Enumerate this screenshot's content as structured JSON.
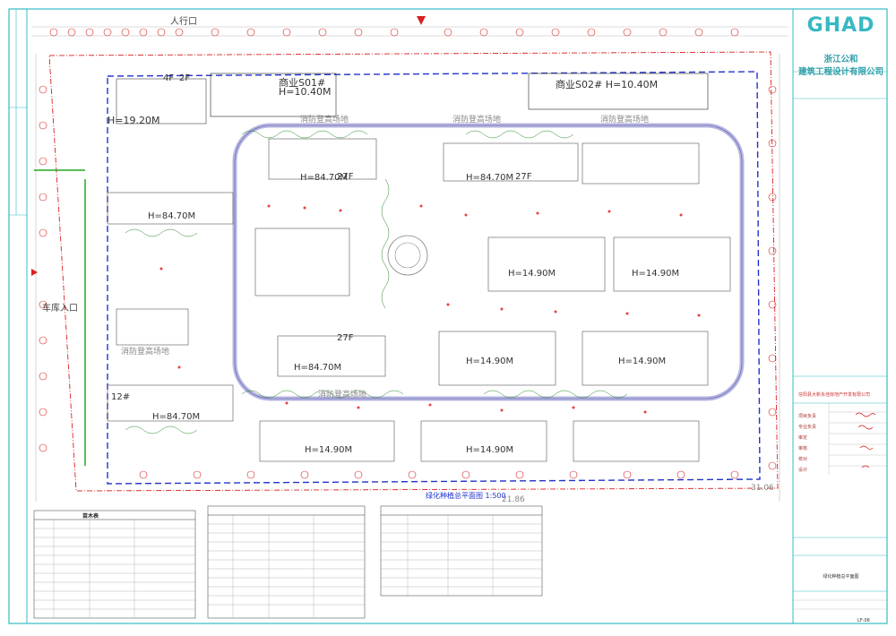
{
  "titleblock": {
    "logo": "GHAD",
    "firm_line1": "浙江公和",
    "firm_line2": "建筑工程设计有限公司",
    "client": "信阳县大新永佳房地产开发有限公司",
    "drawing_title": "绿化种植总平面图",
    "sheet_no": "LF-06",
    "rows": [
      "项目负责",
      "专业负责",
      "审定",
      "审核",
      "校对",
      "设计"
    ]
  },
  "site": {
    "commercial_s01": "商业S01#",
    "commercial_s01_h": "H=10.40M",
    "commercial_s02": "商业S02# H=10.40M",
    "fire_area_1": "消防登高场地",
    "fire_area_2": "消防登高场地",
    "fire_area_3": "消防登高场地",
    "fire_area_4": "消防登高场地",
    "fire_area_5": "消防登高场地",
    "garage_entry": "车库入口",
    "bldg_h_1": "H=19.20M",
    "bldg_h_2": "H=84.70M",
    "bldg_h_3": "H=84.70M",
    "bldg_h_4": "H=84.70M",
    "bldg_h_5": "H=84.70M",
    "bldg_h_6": "H=84.70M",
    "bldg_h_7": "H=14.90M",
    "bldg_h_8": "H=14.90M",
    "bldg_h_9": "H=14.90M",
    "bldg_h_10": "H=14.90M",
    "bldg_h_11": "H=14.90M",
    "bldg_h_12": "H=14.90M",
    "floor_2f": "2F",
    "floor_4f": "4F",
    "floor_27f_a": "27F",
    "floor_27f_b": "27F",
    "floor_27f_c": "27F",
    "bldg_12": "12#",
    "main_entry": "人行口",
    "elev_1": "21.86",
    "elev_2": "31.06",
    "section_note": "绿化种植总平面图 1:500",
    "legend_title": "苗木表"
  },
  "colors": {
    "frame": "#37b9c4",
    "redline": "#d92020",
    "blueline": "#2233cc",
    "green": "#22a822",
    "road": "#7a7ac8"
  }
}
